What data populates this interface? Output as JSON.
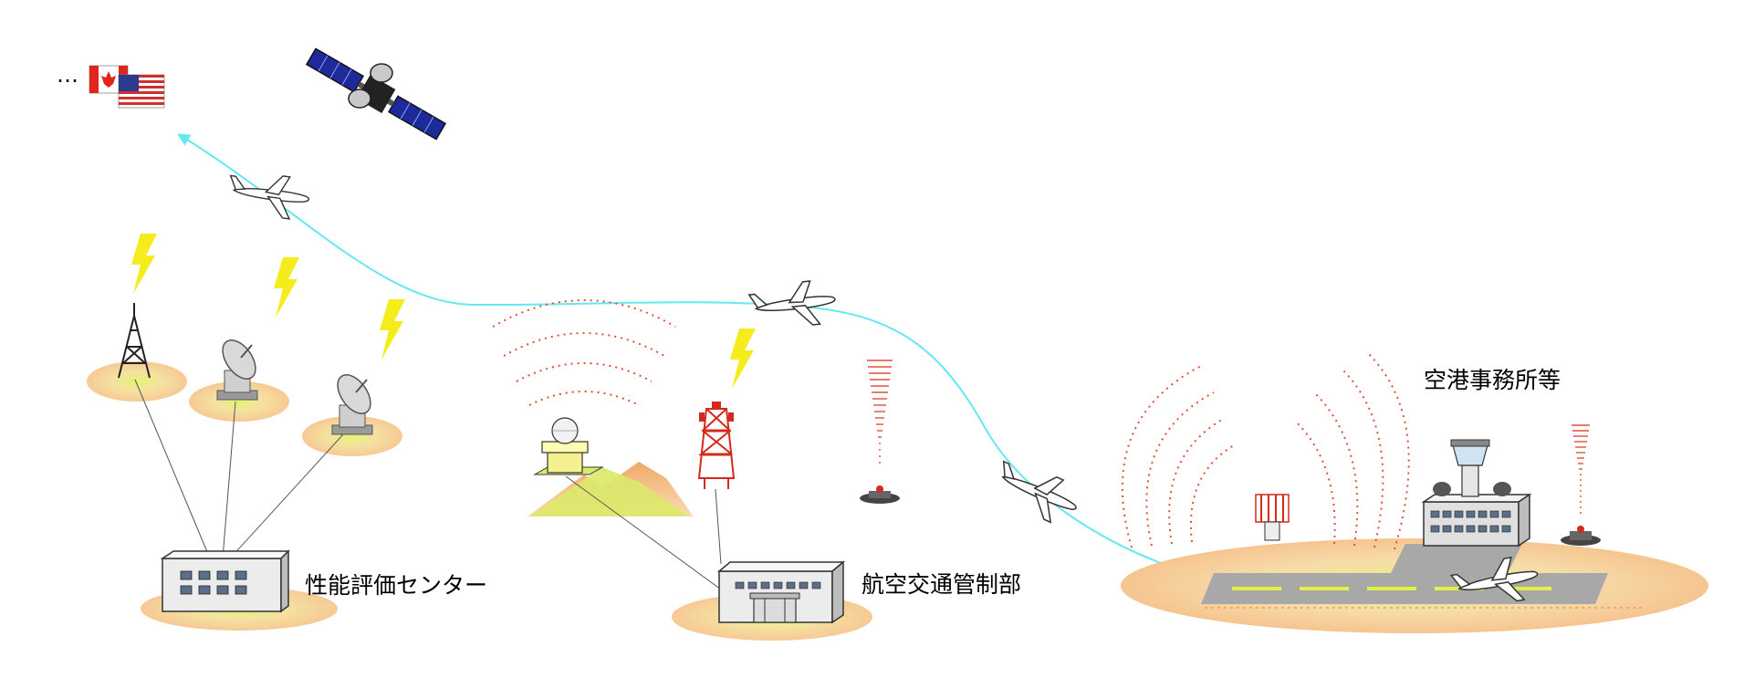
{
  "labels": {
    "performance_center": "性能評価センター",
    "atc_department": "航空交通管制部",
    "airport_offices": "空港事務所等",
    "ellipsis": "…"
  },
  "flags": [
    "canada-flag",
    "usa-flag"
  ],
  "colors": {
    "flight_path": "#66e8f0",
    "lightning": "#f2ea1e",
    "radar_waves": "#e0503a",
    "ground_pad": "#f7c99a",
    "ground_glow": "#dff07a",
    "runway": "#a8a8a8",
    "runway_marking": "#e2f04a",
    "building": "#e6e6e6",
    "hill": "#f0b27a"
  }
}
